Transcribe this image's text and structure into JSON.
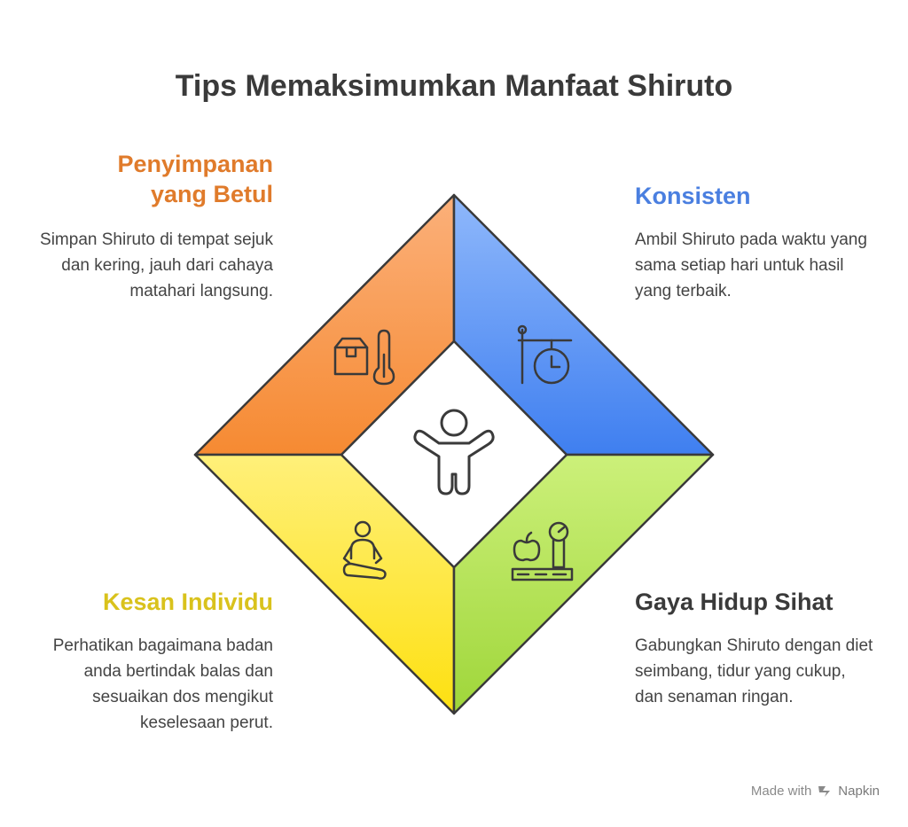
{
  "title": "Tips Memaksimumkan Manfaat Shiruto",
  "sections": {
    "storage": {
      "heading": "Penyimpanan\nyang Betul",
      "description": "Simpan Shiruto di tempat sejuk dan kering, jauh dari cahaya matahari langsung.",
      "icon": "box-thermometer-icon"
    },
    "consistent": {
      "heading": "Konsisten",
      "description": "Ambil Shiruto pada waktu yang sama setiap hari untuk hasil yang terbaik.",
      "icon": "clock-signpost-icon"
    },
    "individual": {
      "heading": "Kesan Individu",
      "description": "Perhatikan bagaimana badan anda bertindak balas dan sesuaikan dos mengikut keselesaan perut.",
      "icon": "meditation-icon"
    },
    "lifestyle": {
      "heading": "Gaya Hidup Sihat",
      "description": "Gabungkan Shiruto dengan diet seimbang, tidur yang cukup, dan senaman ringan.",
      "icon": "apple-scale-icon"
    }
  },
  "center_icon": "person-icon",
  "colors": {
    "storage": "#f4903f",
    "consistent": "#5a8ff0",
    "individual": "#fde53a",
    "lifestyle": "#b8e55a",
    "outline": "#3a3a3a"
  },
  "footer": {
    "made_with": "Made with",
    "brand": "Napkin"
  }
}
